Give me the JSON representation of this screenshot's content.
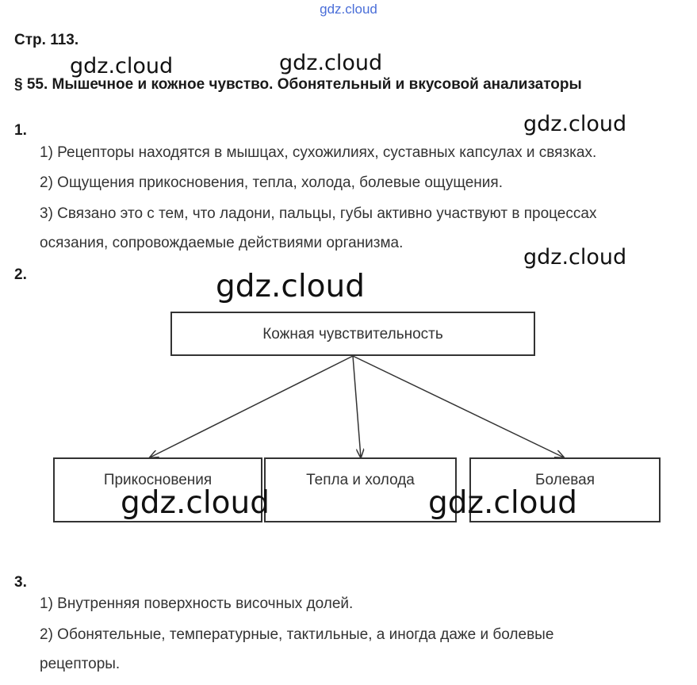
{
  "watermarks": {
    "top": "gdz.cloud",
    "w1": "gdz.cloud",
    "w2": "gdz.cloud",
    "w3": "gdz.cloud",
    "w4": "gdz.cloud",
    "w5": "gdz.cloud",
    "w6": "gdz.cloud",
    "w7": "gdz.cloud"
  },
  "header": {
    "page_ref": "Стр. 113.",
    "section_title": "§ 55. Мышечное и кожное чувство. Обонятельный и вкусовой анализаторы"
  },
  "q1": {
    "number": "1.",
    "a1": "1) Рецепторы находятся в мышцах, сухожилиях, суставных капсулах и связках.",
    "a2": "2) Ощущения прикосновения, тепла, холода, болевые ощущения.",
    "a3_line1": "3) Связано это с тем, что ладони, пальцы, губы активно участвуют в процессах",
    "a3_line2": "осязания, сопровождаемые действиями организма."
  },
  "q2": {
    "number": "2.",
    "diagram": {
      "root": "Кожная чувствительность",
      "children": [
        "Прикосновения",
        "Тепла и холода",
        "Болевая"
      ]
    }
  },
  "q3": {
    "number": "3.",
    "a1": "1) Внутренняя поверхность височных долей.",
    "a2_line1": "2) Обонятельные, температурные, тактильные, а иногда даже и болевые",
    "a2_line2": "рецепторы."
  }
}
